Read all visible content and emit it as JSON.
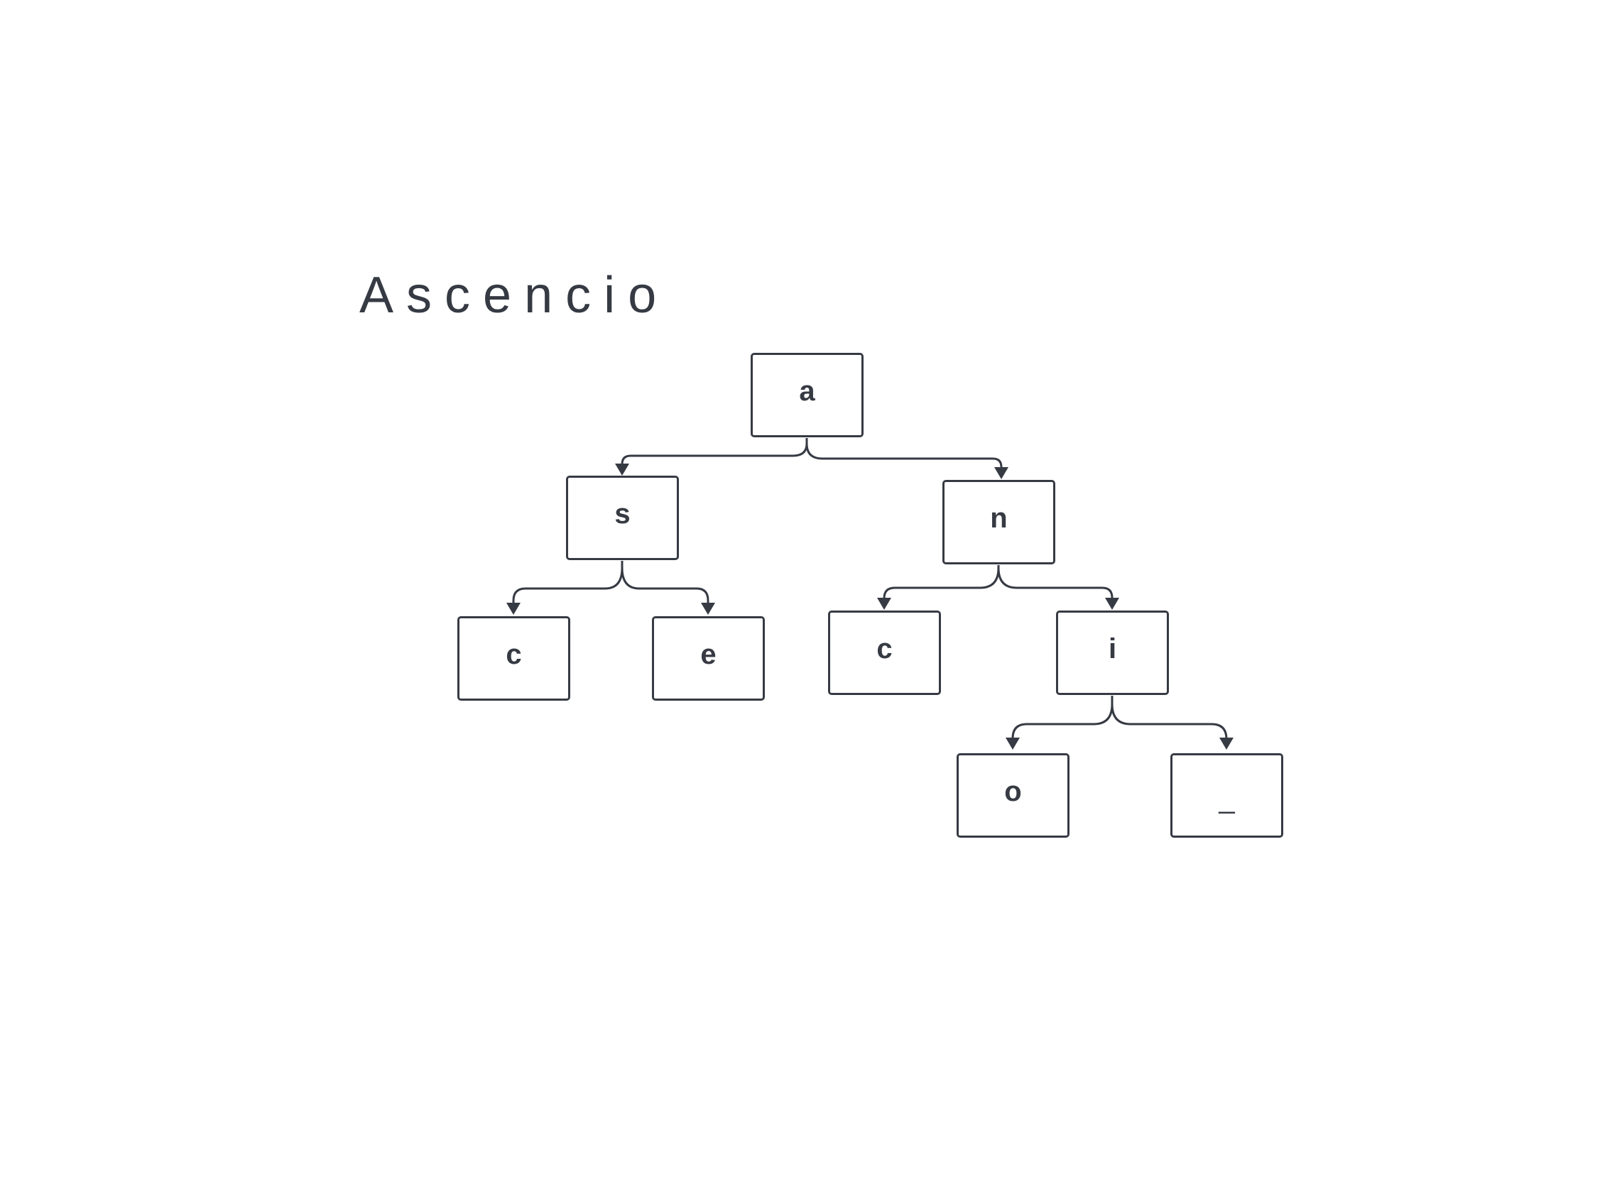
{
  "title": "Ascencio",
  "nodes": {
    "a": "a",
    "s": "s",
    "n": "n",
    "c_left": "c",
    "e": "e",
    "c_right": "c",
    "i": "i",
    "o": "o",
    "underscore": "_"
  },
  "colors": {
    "stroke": "#363a43",
    "background": "#ffffff"
  }
}
